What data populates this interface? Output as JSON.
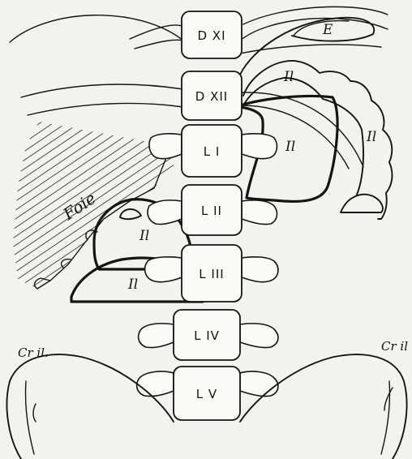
{
  "colors": {
    "ink": "#141414",
    "paper": "#f2f2ee"
  },
  "vertebrae": [
    {
      "id": "dxi",
      "label": "D XI"
    },
    {
      "id": "dxii",
      "label": "D XII"
    },
    {
      "id": "l1",
      "label": "L I"
    },
    {
      "id": "l2",
      "label": "L II"
    },
    {
      "id": "l3",
      "label": "L III"
    },
    {
      "id": "l4",
      "label": "L IV"
    },
    {
      "id": "l5",
      "label": "L V"
    }
  ],
  "labels": {
    "stomach": "E",
    "liver": "Foie",
    "ileum": "Il",
    "iliac_crest_left": "Cr il.",
    "iliac_crest_right": "Cr il"
  }
}
